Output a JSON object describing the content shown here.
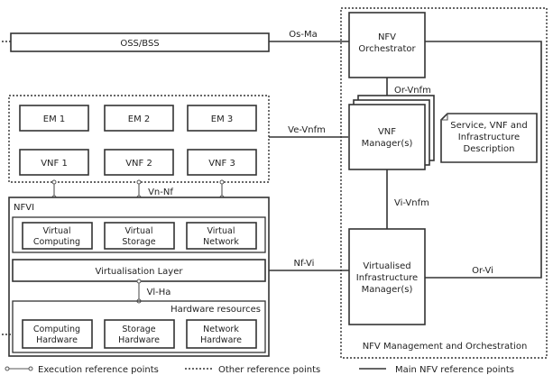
{
  "oss_bss": "OSS/BSS",
  "em": [
    "EM 1",
    "EM 2",
    "EM 3"
  ],
  "vnf": [
    "VNF 1",
    "VNF 2",
    "VNF 3"
  ],
  "nfvi": {
    "title": "NFVI",
    "virtual": [
      [
        "Virtual",
        "Computing"
      ],
      [
        "Virtual",
        "Storage"
      ],
      [
        "Virtual",
        "Network"
      ]
    ],
    "virtualisation_layer": "Virtualisation Layer",
    "hardware_title": "Hardware resources",
    "hardware": [
      [
        "Computing",
        "Hardware"
      ],
      [
        "Storage",
        "Hardware"
      ],
      [
        "Network",
        "Hardware"
      ]
    ]
  },
  "mano": {
    "title": "NFV Management and Orchestration",
    "orchestrator": [
      "NFV",
      "Orchestrator"
    ],
    "vnf_manager": [
      "VNF",
      "Manager(s)"
    ],
    "vim": [
      "Virtualised",
      "Infrastructure",
      "Manager(s)"
    ],
    "service_description": [
      "Service, VNF and",
      "Infrastructure",
      "Description"
    ]
  },
  "ref_points": {
    "os_ma": "Os-Ma",
    "or_vnfm": "Or-Vnfm",
    "ve_vnfm": "Ve-Vnfm",
    "vn_nf": "Vn-Nf",
    "vi_vnfm": "Vi-Vnfm",
    "nf_vi": "Nf-Vi",
    "or_vi": "Or-Vi",
    "vi_ha": "Vl-Ha"
  },
  "legend": {
    "execution": "Execution reference points",
    "other": "Other reference points",
    "main": "Main NFV reference points"
  }
}
